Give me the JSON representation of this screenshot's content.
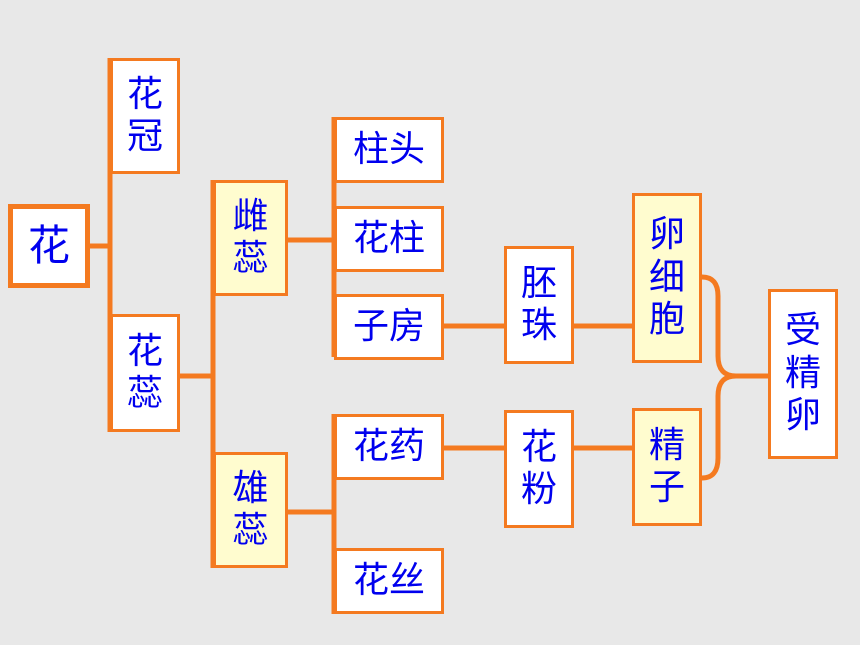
{
  "diagram": {
    "line_color": "#f47a20",
    "text_color": "#0000ee",
    "box_border_color": "#f47a20",
    "highlight_fill": "#fffccf",
    "nodes": {
      "flower": "花",
      "corolla": "花冠",
      "stamen_pistil": "花蕊",
      "pistil": "雌蕊",
      "stamen": "雄蕊",
      "stigma": "柱头",
      "style": "花柱",
      "ovary": "子房",
      "anther": "花药",
      "filament": "花丝",
      "ovule": "胚珠",
      "pollen": "花粉",
      "egg_cell": "卵细胞",
      "sperm": "精子",
      "fertilized_egg": "受精卵"
    }
  }
}
